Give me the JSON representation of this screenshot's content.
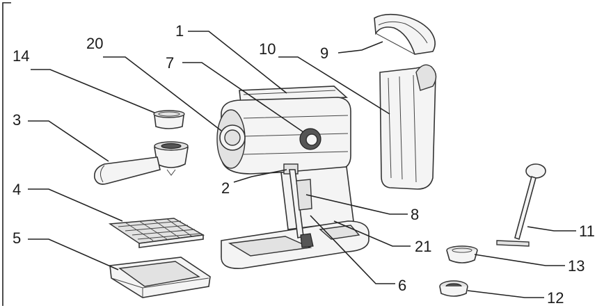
{
  "labels": {
    "l1": "1",
    "l2": "2",
    "l3": "3",
    "l4": "4",
    "l5": "5",
    "l6": "6",
    "l7": "7",
    "l8": "8",
    "l9": "9",
    "l10": "10",
    "l11": "11",
    "l12": "12",
    "l13": "13",
    "l14": "14",
    "l20": "20",
    "l21": "21"
  }
}
